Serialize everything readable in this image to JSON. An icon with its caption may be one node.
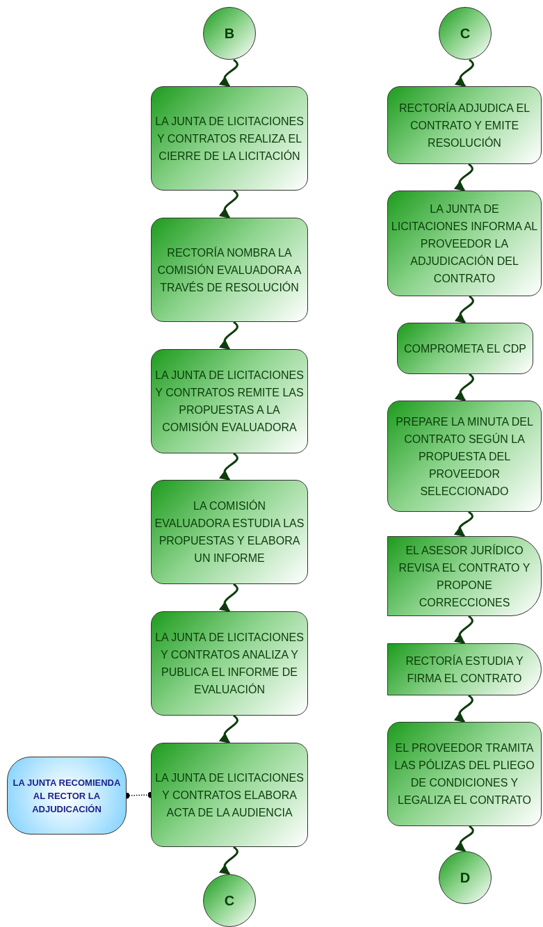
{
  "diagram": {
    "nodes": [
      {
        "text": [
          "B"
        ]
      },
      {
        "text": [
          "LA JUNTA DE LICITACIONES Y CONTRATOS REALIZA EL CIERRE DE LA LICITACIÓN"
        ]
      },
      {
        "text": [
          "RECTORÍA NOMBRA LA COMISIÓN EVALUADORA A TRAVÉS DE RESOLUCIÓN"
        ]
      },
      {
        "text": [
          "LA JUNTA DE LICITACIONES Y CONTRATOS REMITE LAS PROPUESTAS A LA COMISIÓN EVALUADORA"
        ]
      },
      {
        "text": [
          "LA COMISIÓN EVALUADORA ESTUDIA LAS PROPUESTAS Y ELABORA UN INFORME"
        ]
      },
      {
        "text": [
          "LA JUNTA DE LICITACIONES Y CONTRATOS ANALIZA Y PUBLICA EL INFORME DE EVALUACIÓN"
        ]
      },
      {
        "text": [
          "LA JUNTA DE LICITACIONES Y CONTRATOS ELABORA ACTA DE LA AUDIENCIA"
        ]
      },
      {
        "text": [
          "LA JUNTA RECOMIENDA AL RECTOR LA ADJUDICACIÓN"
        ]
      },
      {
        "text": [
          "C"
        ]
      },
      {
        "text": [
          "C"
        ]
      },
      {
        "text": [
          "RECTORÍA ADJUDICA EL CONTRATO Y EMITE RESOLUCIÓN"
        ]
      },
      {
        "text": [
          "LA JUNTA DE LICITACIONES INFORMA AL PROVEEDOR LA ADJUDICACIÓN DEL CONTRATO"
        ]
      },
      {
        "text": [
          "COMPROMETA EL CDP"
        ]
      },
      {
        "text": [
          "PREPARE LA MINUTA DEL CONTRATO SEGÚN LA PROPUESTA DEL PROVEEDOR SELECCIONADO"
        ]
      },
      {
        "text": [
          "EL ASESOR JURÍDICO REVISA EL CONTRATO Y PROPONE CORRECCIONES"
        ]
      },
      {
        "text": [
          "RECTORÍA ESTUDIA Y FIRMA EL CONTRATO"
        ]
      },
      {
        "text": [
          "EL PROVEEDOR TRAMITA LAS PÓLIZAS DEL PLIEGO DE CONDICIONES Y LEGALIZA EL CONTRATO"
        ]
      },
      {
        "text": [
          "D"
        ]
      }
    ],
    "edges": [
      {
        "from": 0,
        "to": 1,
        "arrow": "to"
      },
      {
        "from": 1,
        "to": 2,
        "arrow": "to"
      },
      {
        "from": 2,
        "to": 3,
        "arrow": "to"
      },
      {
        "from": 3,
        "to": 4,
        "arrow": "to"
      },
      {
        "from": 4,
        "to": 5,
        "arrow": "to"
      },
      {
        "from": 5,
        "to": 6,
        "arrow": "to"
      },
      {
        "from": 7,
        "to": 6,
        "arrow": "other",
        "style": "dashed",
        "color": "#000000"
      },
      {
        "from": 6,
        "to": 8,
        "arrow": "to"
      },
      {
        "from": 9,
        "to": 10,
        "arrow": "to"
      },
      {
        "from": 10,
        "to": 11,
        "arrow": "to"
      },
      {
        "from": 11,
        "to": 12,
        "arrow": "to"
      },
      {
        "from": 12,
        "to": 13,
        "arrow": "to"
      },
      {
        "from": 13,
        "to": 14,
        "arrow": "to"
      },
      {
        "from": 14,
        "to": 15,
        "arrow": "to"
      },
      {
        "from": 15,
        "to": 16,
        "arrow": "to"
      },
      {
        "from": 16,
        "to": 17,
        "arrow": "to"
      }
    ]
  }
}
